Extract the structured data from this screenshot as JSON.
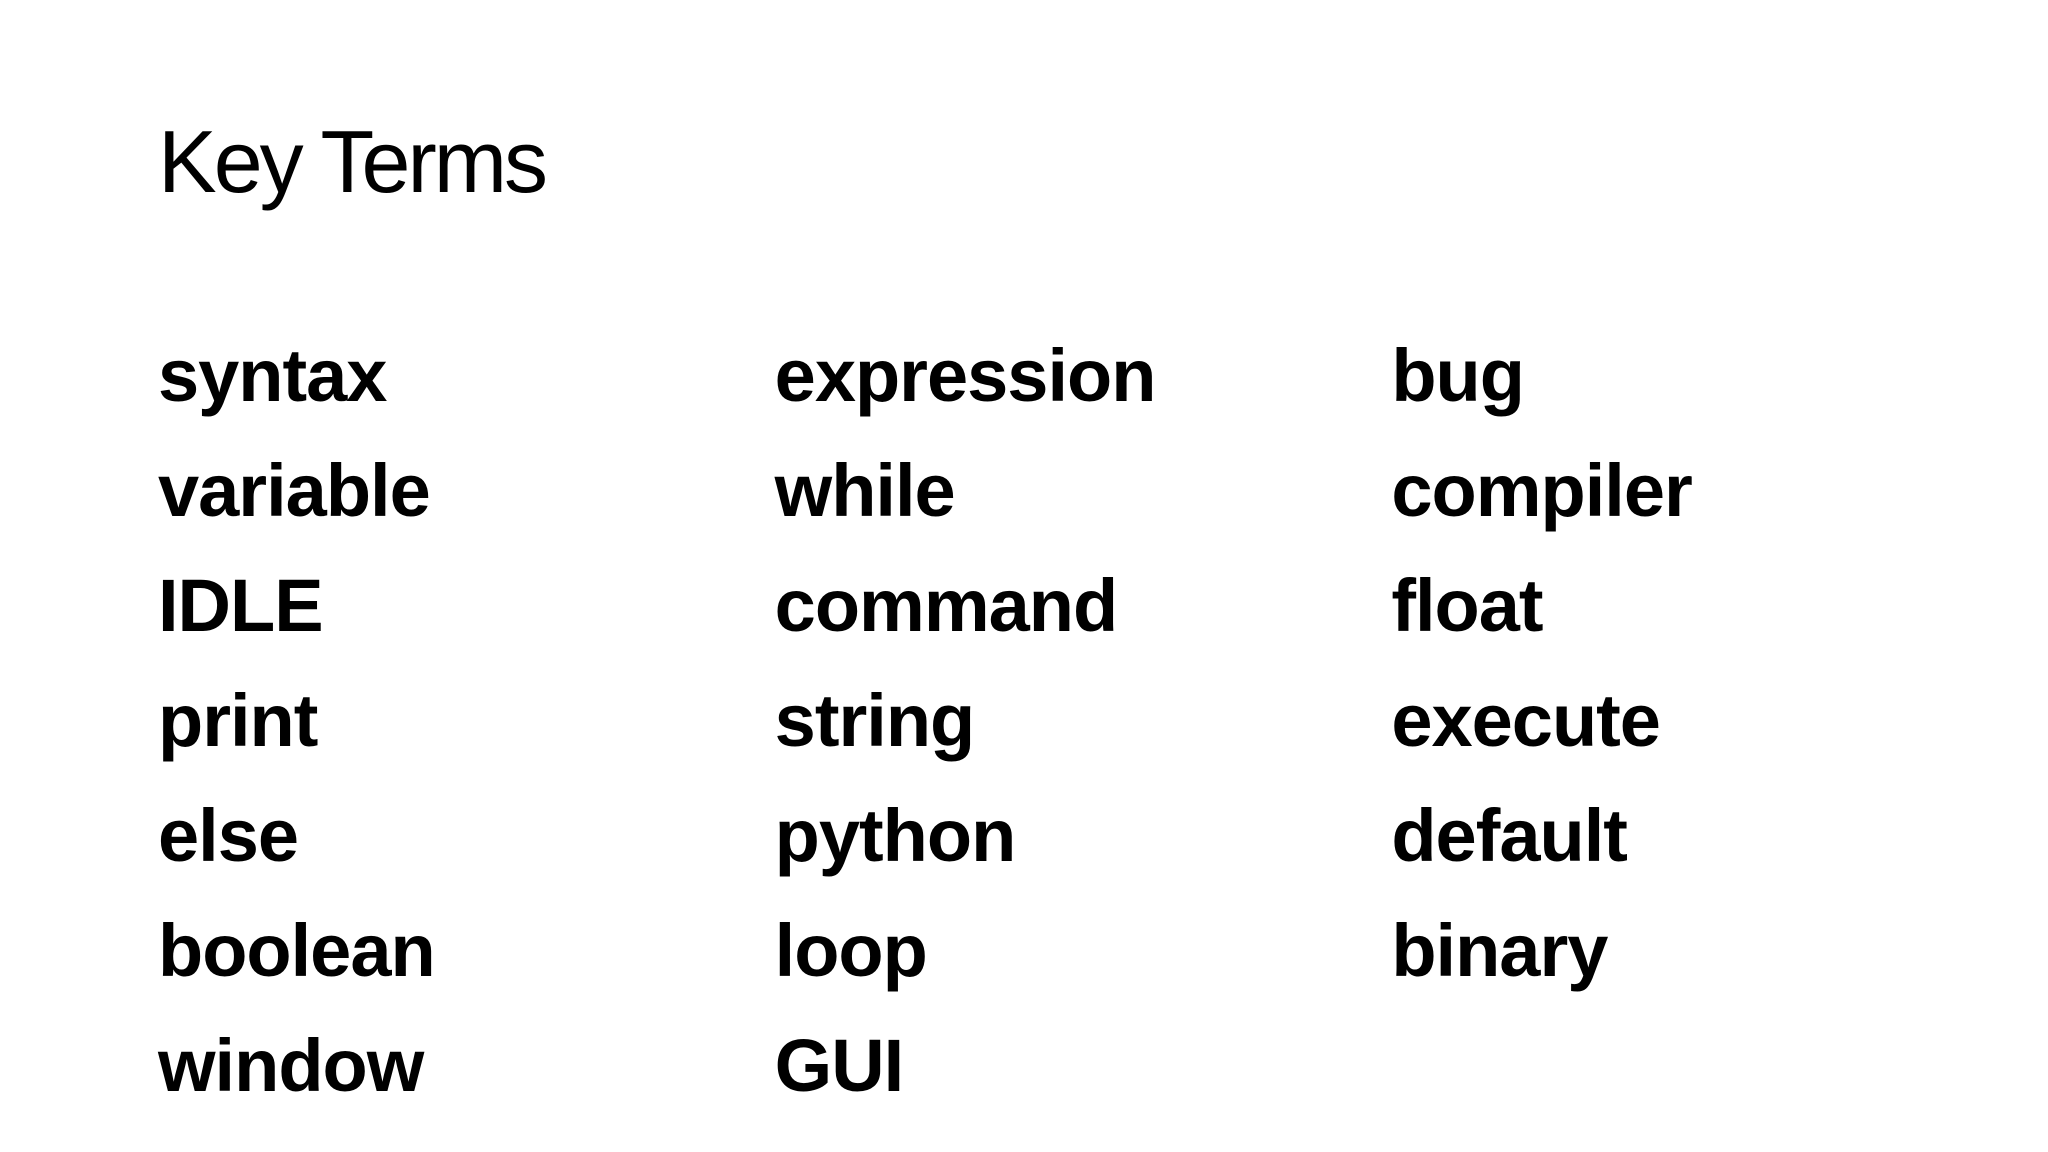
{
  "slide": {
    "title": "Key Terms",
    "columns": [
      [
        "syntax",
        "variable",
        "IDLE",
        "print",
        "else",
        "boolean",
        "window"
      ],
      [
        "expression",
        "while",
        "command",
        "string",
        "python",
        "loop",
        "GUI"
      ],
      [
        "bug",
        "compiler",
        "float",
        "execute",
        "default",
        "binary"
      ]
    ]
  }
}
